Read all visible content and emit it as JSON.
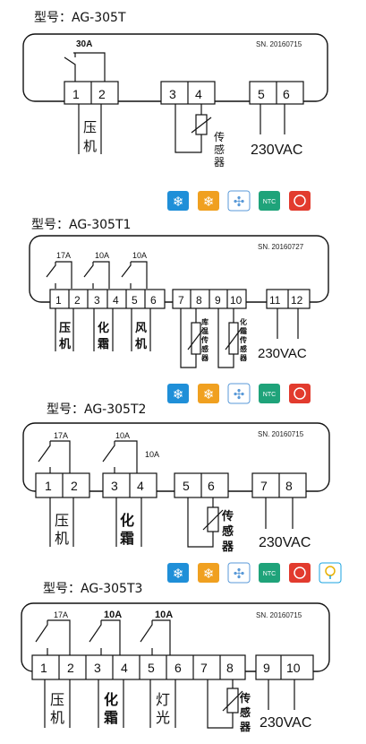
{
  "d1": {
    "model": "型号：AG-305T",
    "sn": "SN. 20160715",
    "relay": "30A",
    "terminals": [
      "1",
      "2",
      "3",
      "4",
      "5",
      "6"
    ],
    "comp": [
      "压",
      "机"
    ],
    "sensor": [
      "传",
      "感",
      "器"
    ],
    "power": "230VAC"
  },
  "d2": {
    "model": "型号：AG-305T1",
    "sn": "SN. 20160727",
    "relays": [
      "17A",
      "10A",
      "10A"
    ],
    "terminals": [
      "1",
      "2",
      "3",
      "4",
      "5",
      "6",
      "7",
      "8",
      "9",
      "10",
      "11",
      "12"
    ],
    "comp": [
      "压",
      "机"
    ],
    "defrost": [
      "化",
      "霜"
    ],
    "fan": [
      "风",
      "机"
    ],
    "room_sensor": [
      "库",
      "温",
      "传",
      "感",
      "器"
    ],
    "defrost_sensor": [
      "化",
      "霜",
      "传",
      "感",
      "器"
    ],
    "power": "230VAC",
    "icons": [
      "snowflake-icon",
      "defrost-heater-icon",
      "fan-icon",
      "ntc-sensor-icon",
      "alarm-icon"
    ]
  },
  "d3": {
    "model": "型号：AG-305T2",
    "sn": "SN. 20160715",
    "relays": [
      "17A",
      "10A",
      "10A"
    ],
    "terminals": [
      "1",
      "2",
      "3",
      "4",
      "5",
      "6",
      "7",
      "8"
    ],
    "comp": [
      "压",
      "机"
    ],
    "defrost": [
      "化",
      "霜"
    ],
    "sensor": [
      "传",
      "感",
      "器"
    ],
    "power": "230VAC",
    "icons": [
      "snowflake-icon",
      "defrost-heater-icon",
      "fan-icon",
      "ntc-sensor-icon",
      "alarm-icon"
    ]
  },
  "d4": {
    "model": "型号：AG-305T3",
    "sn": "SN. 20160715",
    "relays": [
      "17A",
      "10A",
      "10A"
    ],
    "terminals": [
      "1",
      "2",
      "3",
      "4",
      "5",
      "6",
      "7",
      "8",
      "9",
      "10"
    ],
    "comp": [
      "压",
      "机"
    ],
    "defrost": [
      "化",
      "霜"
    ],
    "light": [
      "灯",
      "光"
    ],
    "sensor": [
      "传",
      "感",
      "器"
    ],
    "power": "230VAC",
    "icons": [
      "snowflake-icon",
      "defrost-heater-icon",
      "fan-icon",
      "ntc-sensor-icon",
      "alarm-icon",
      "light-icon"
    ]
  },
  "icon_labels": {
    "ntc": "NTC"
  },
  "colors": {
    "snow": "#1f8fd8",
    "heat": "#f0a020",
    "fan": "#5a9ad8",
    "ntc": "#1fa37a",
    "alarm": "#e23b2e",
    "light": "#1aa3e0"
  }
}
